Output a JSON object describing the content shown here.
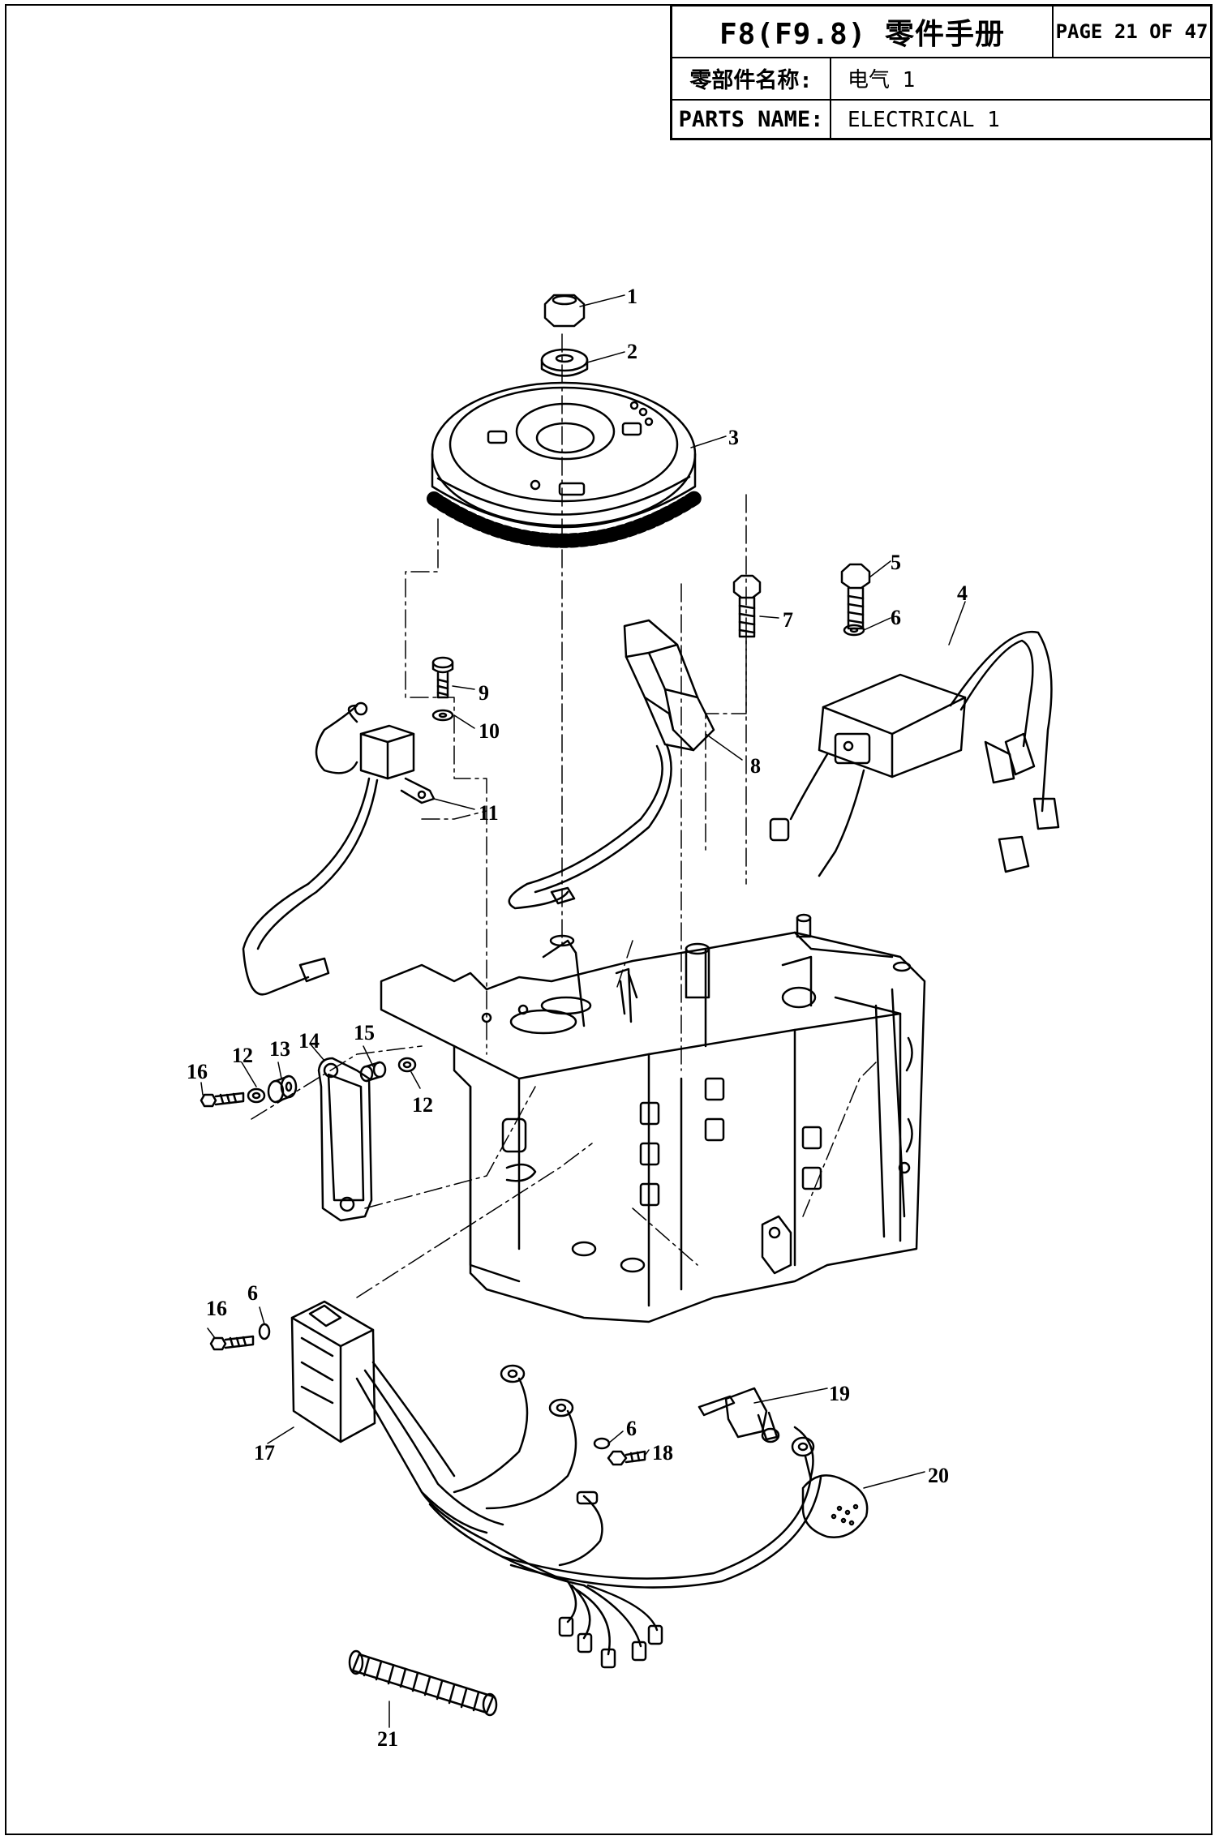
{
  "header": {
    "manual_title": "F8(F9.8) 零件手册",
    "page": "PAGE 21 OF 47",
    "parts_name_label_cn": "零部件名称:",
    "parts_name_value_cn": "电气 1",
    "parts_name_label_en": "PARTS NAME:",
    "parts_name_value_en": "ELECTRICAL 1"
  },
  "diagram": {
    "callouts": [
      "1",
      "2",
      "3",
      "4",
      "5",
      "6",
      "7",
      "8",
      "9",
      "10",
      "11",
      "12",
      "13",
      "14",
      "15",
      "16",
      "12",
      "16",
      "6",
      "17",
      "6",
      "18",
      "19",
      "20",
      "21"
    ],
    "colors": {
      "ink": "#000000",
      "paper": "#ffffff"
    }
  }
}
